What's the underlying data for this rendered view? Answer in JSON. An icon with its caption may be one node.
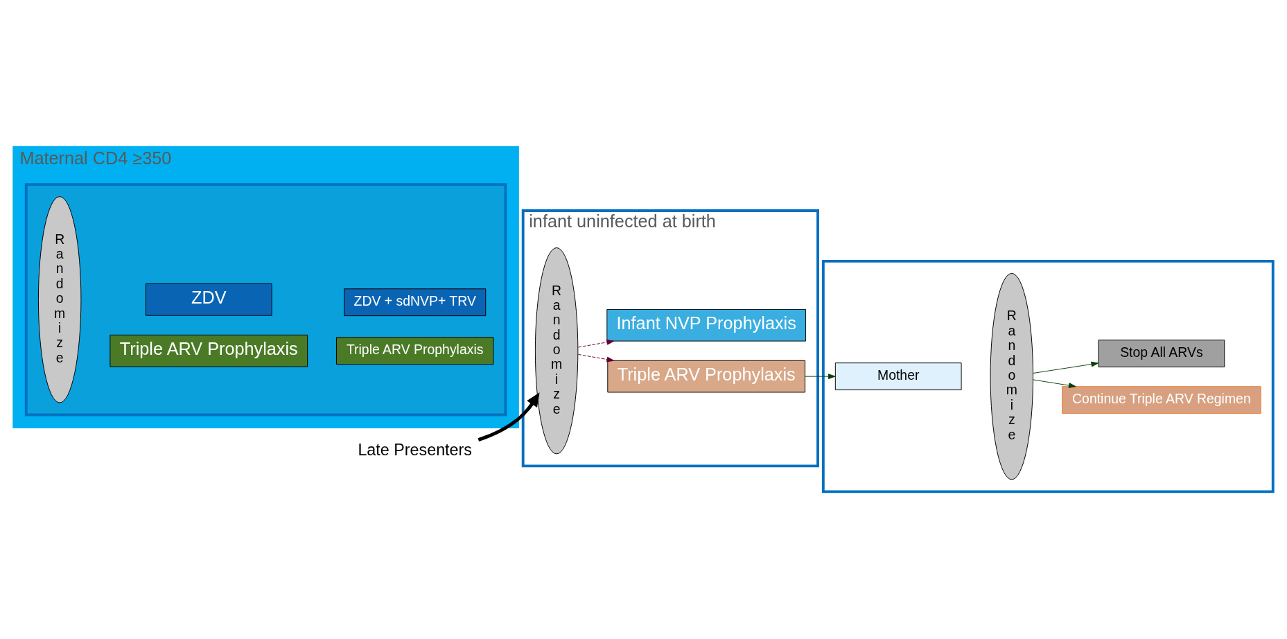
{
  "diagram": {
    "nodes": [
      {
        "text": [
          "Maternal CD4 ≥350"
        ]
      },
      {
        "text": [],
        "shape": "box",
        "in": 0
      },
      {
        "text": [
          "Randomize"
        ],
        "in": 1
      },
      {
        "text": [
          "Triple ARV Prophylaxis"
        ],
        "in": 1
      },
      {
        "text": [
          "Triple ARV Prophylaxis"
        ],
        "in": 1
      },
      {
        "text": [
          "ZDV"
        ],
        "in": 1
      },
      {
        "text": [
          "ZDV + sdNVP+ TRV"
        ],
        "in": 1
      },
      {
        "text": [
          "infant uninfected at birth"
        ]
      },
      {
        "text": [
          "Randomize"
        ],
        "in": 7
      },
      {
        "text": [
          "Triple ARV Prophylaxis"
        ],
        "in": 7
      },
      {
        "text": [
          "Infant NVP Prophylaxis"
        ],
        "in": 7
      },
      {
        "text": [],
        "shape": "box"
      },
      {
        "text": [
          "Mother"
        ],
        "in": 11
      },
      {
        "text": [
          "Randomize"
        ],
        "in": 11
      },
      {
        "text": [
          "Continue Triple ARV Regimen"
        ],
        "in": 11
      },
      {
        "text": [
          "Stop All ARVs"
        ],
        "in": 11
      },
      {
        "text": [
          "Late Presenters"
        ]
      }
    ],
    "edges": [
      {
        "from": 8,
        "to": 9,
        "arrow": "to",
        "style": "dashed",
        "color": "#660033"
      },
      {
        "from": 8,
        "to": 10,
        "arrow": "to",
        "style": "dashed",
        "color": "#660033"
      },
      {
        "from": 9,
        "to": 12,
        "arrow": "to",
        "color": "#0b3d0b"
      },
      {
        "from": 13,
        "to": 14,
        "arrow": "to",
        "color": "#0b3d0b"
      },
      {
        "from": 13,
        "to": 15,
        "arrow": "to",
        "color": "#0b3d0b"
      },
      {
        "from": 16,
        "to": 8,
        "arrow": "to",
        "style": "thick",
        "color": "#000000"
      }
    ]
  }
}
